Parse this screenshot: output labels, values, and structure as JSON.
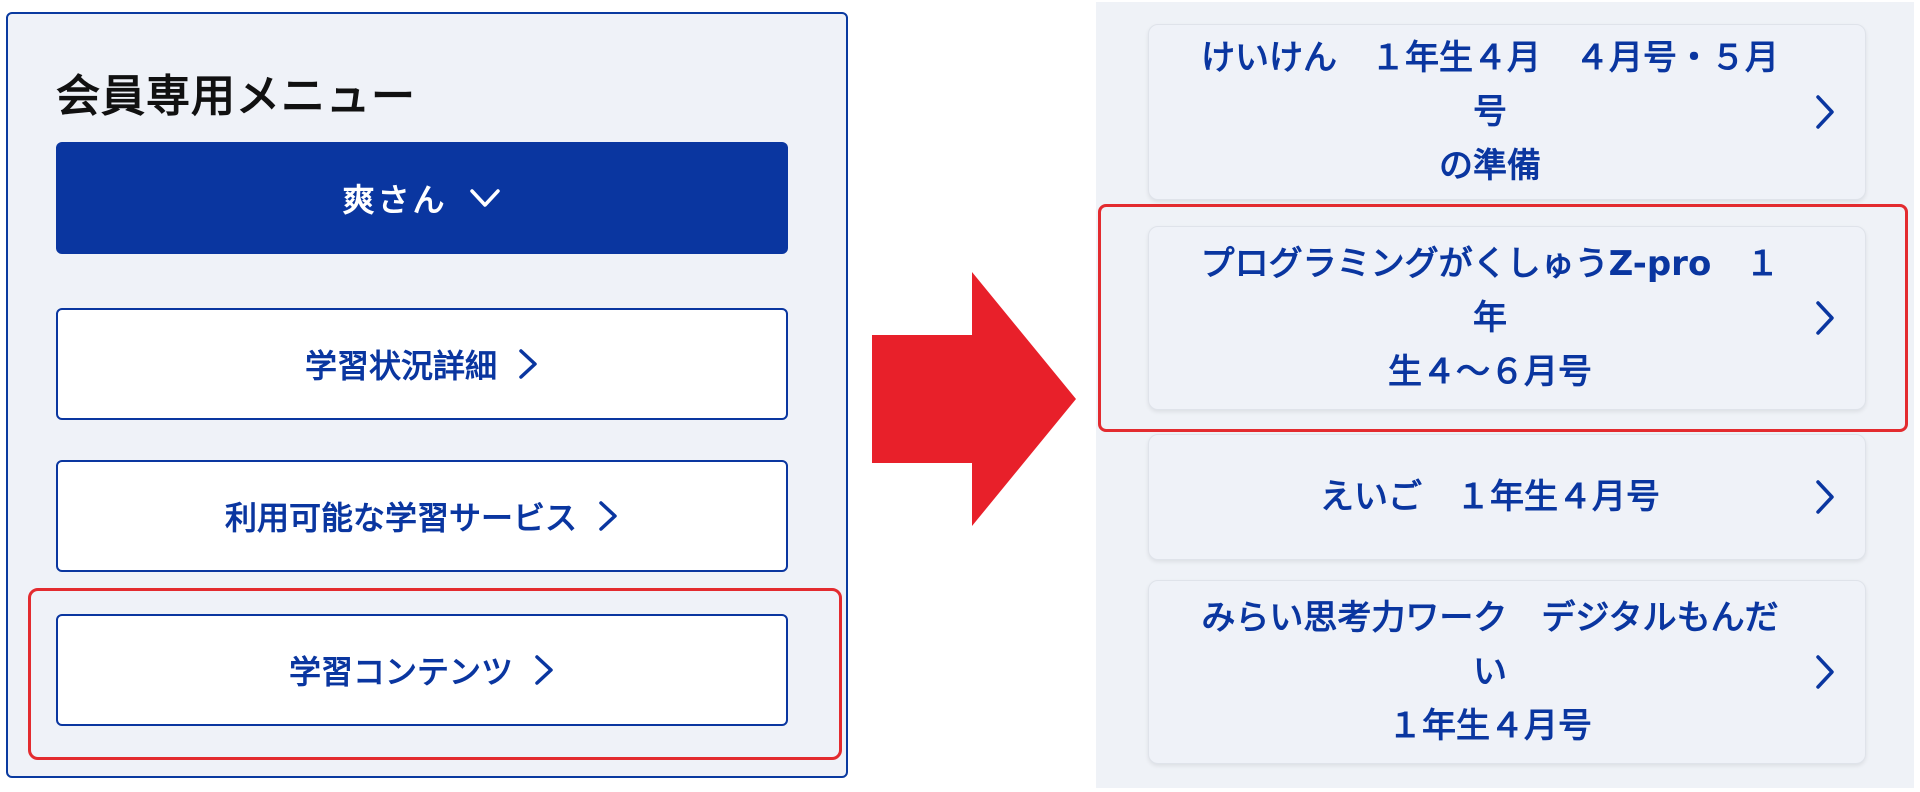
{
  "left_menu": {
    "title": "会員専用メニュー",
    "user_button_label": "爽さん",
    "items": [
      {
        "label": "学習状況詳細"
      },
      {
        "label": "利用可能な学習サービス"
      },
      {
        "label": "学習コンテンツ"
      }
    ]
  },
  "right_list": {
    "items": [
      {
        "line1": "けいけん　１年生４月　４月号・５月号",
        "line2": "の準備"
      },
      {
        "line1": "プログラミングがくしゅうZ-pro　１年",
        "line2": "生４～６月号"
      },
      {
        "line1": "えいご　１年生４月号",
        "line2": ""
      },
      {
        "line1": "みらい思考力ワーク　デジタルもんだい",
        "line2": "１年生４月号"
      }
    ]
  },
  "icons": {
    "chevron_down": "chevron-down-icon",
    "chevron_right": "chevron-right-icon",
    "arrow_right": "arrow-right-icon"
  },
  "colors": {
    "primary": "#0a36a0",
    "panel_bg": "#eff2f8",
    "highlight": "#e32b2f",
    "arrow": "#e8202a"
  }
}
